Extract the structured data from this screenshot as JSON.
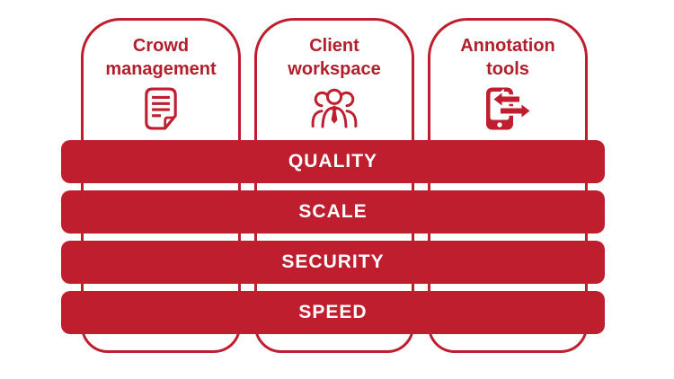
{
  "palette": {
    "brand_red": "#BE1E2D",
    "title_red": "#B21E2B",
    "bar_text": "#FFFFFF",
    "background": "#FFFFFF"
  },
  "cards": [
    {
      "id": "crowd-management",
      "title": "Crowd management",
      "lines": [
        "Crowd",
        "management"
      ],
      "icon": "document-icon"
    },
    {
      "id": "client-workspace",
      "title": "Client workspace",
      "lines": [
        "Client",
        "workspace"
      ],
      "icon": "team-icon"
    },
    {
      "id": "annotation-tools",
      "title": "Annotation tools",
      "lines": [
        "Annotation",
        "tools"
      ],
      "icon": "device-transfer-icon"
    }
  ],
  "bars": [
    {
      "label": "QUALITY"
    },
    {
      "label": "SCALE"
    },
    {
      "label": "SECURITY"
    },
    {
      "label": "SPEED"
    }
  ]
}
